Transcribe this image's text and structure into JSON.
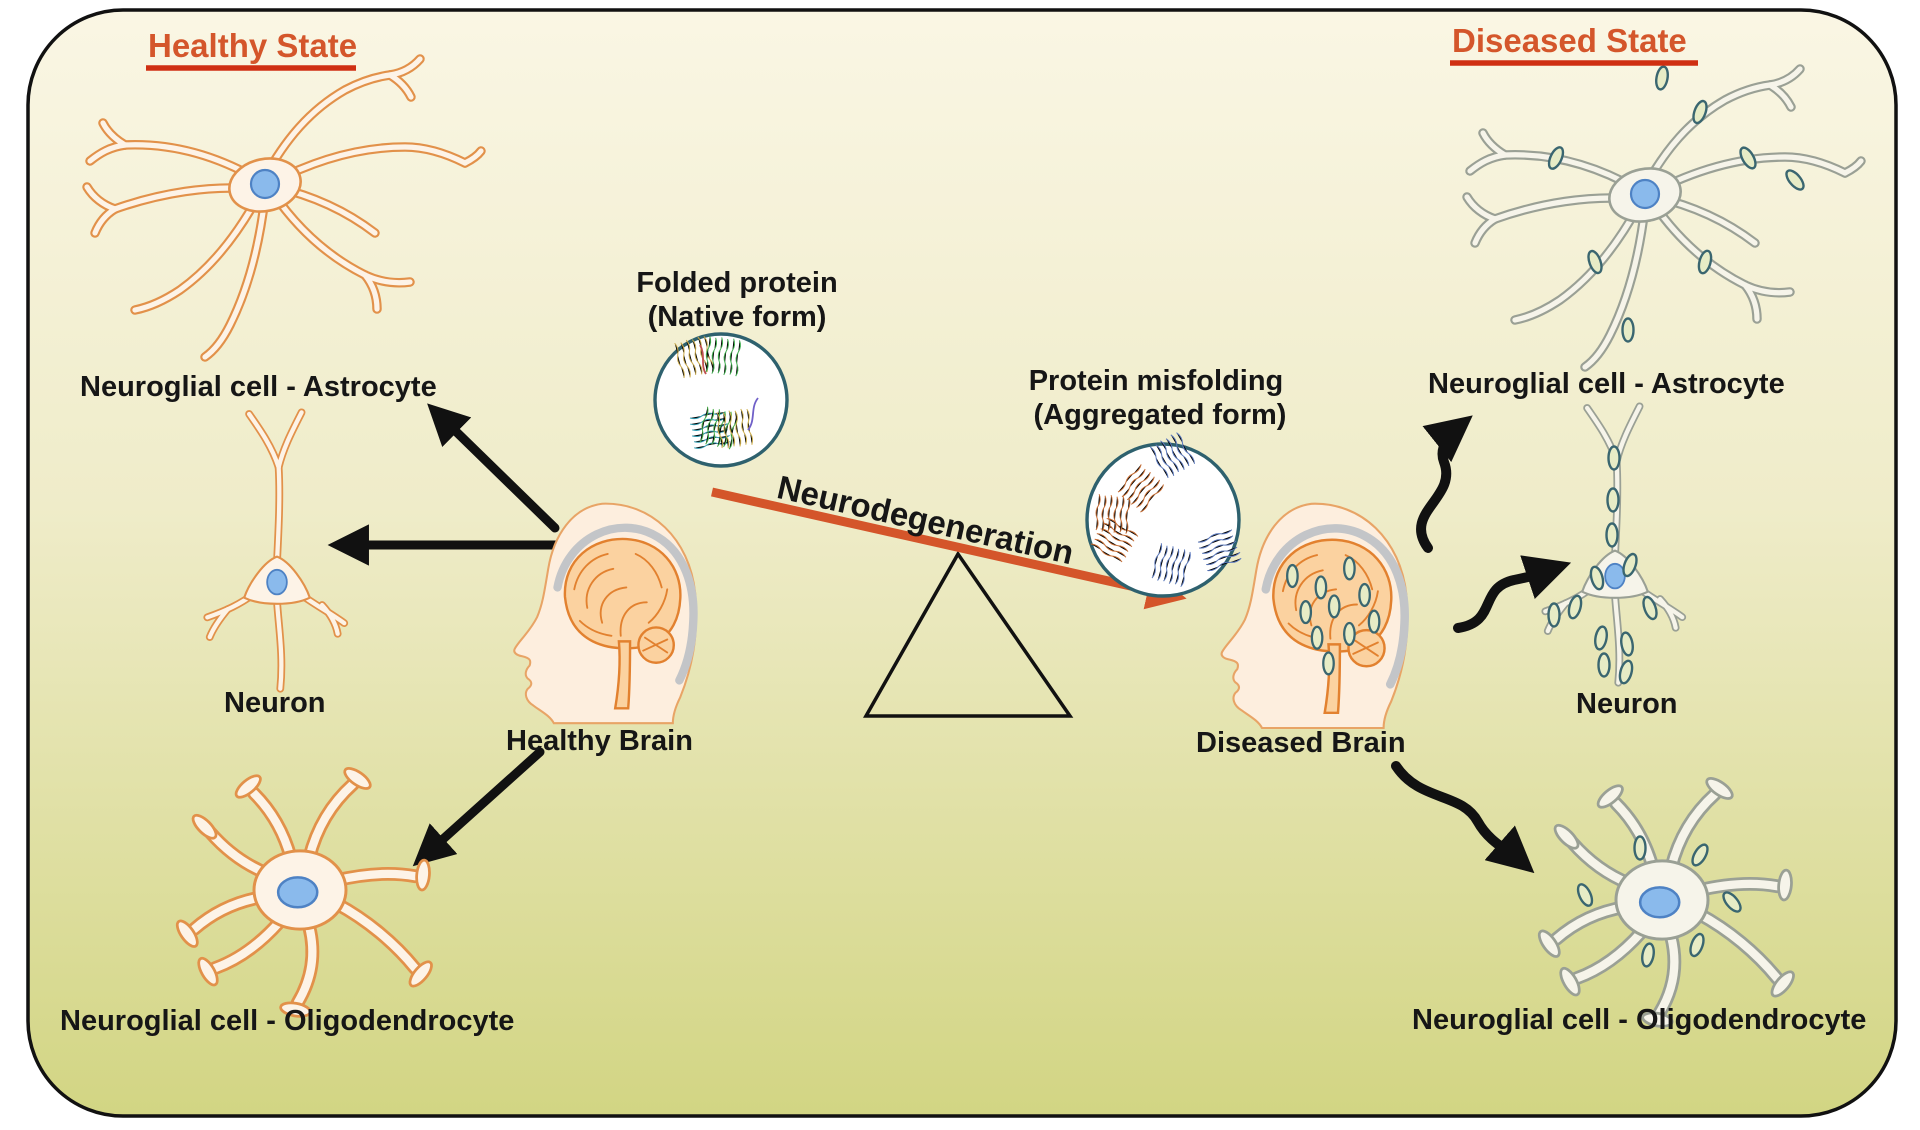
{
  "titles": {
    "healthy": "Healthy State",
    "diseased": "Diseased State"
  },
  "healthy_side": {
    "astrocyte": "Neuroglial cell - Astrocyte",
    "neuron": "Neuron",
    "brain": "Healthy Brain",
    "oligodendrocyte": "Neuroglial cell - Oligodendrocyte"
  },
  "diseased_side": {
    "astrocyte": "Neuroglial cell - Astrocyte",
    "neuron": "Neuron",
    "brain": "Diseased Brain",
    "oligodendrocyte": "Neuroglial cell - Oligodendrocyte"
  },
  "center": {
    "folded_title": "Folded protein",
    "folded_subtitle": "(Native form)",
    "misfolded_title": "Protein misfolding",
    "misfolded_subtitle": "(Aggregated form)",
    "process_label": "Neurodegeneration"
  },
  "colors": {
    "title_orange": "#d4562b",
    "underline_red": "#cf2f12",
    "seesaw_arrow": "#d4552a",
    "healthy_cell_outline": "#e2914a",
    "diseased_cell_outline": "#9aa095",
    "nucleus_blue": "#8abaec",
    "aggregate_pill": "#e7ecc6",
    "background_top": "#faf6e4",
    "background_bottom": "#d2d583"
  }
}
